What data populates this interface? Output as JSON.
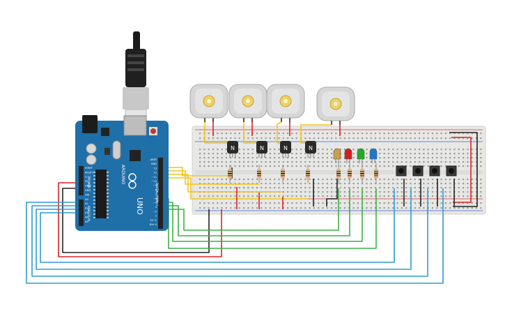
{
  "arduino": {
    "brand": "ARDUINO",
    "model": "UNO",
    "digital_label": "DIGITAL (PWM~)",
    "analog_label": "ANALOG IN",
    "power_label": "POWER",
    "pin_labels_left": [
      "IOREF",
      "RESET",
      "3.3V",
      "5V",
      "GND",
      "GND",
      "VIN",
      "A0",
      "A1",
      "A2",
      "A3",
      "A4",
      "A5"
    ],
    "pin_labels_right": [
      "AREF",
      "GND",
      "13",
      "12",
      "~11",
      "~10",
      "~9",
      "8",
      "7",
      "~6",
      "~5",
      "4",
      "~3",
      "2",
      "TX→1",
      "RX←0"
    ]
  },
  "transistor_mark": "N",
  "led_colors": [
    "#c8a050",
    "#cc2222",
    "#22aa22",
    "#2277cc"
  ],
  "wire_colors": {
    "yellow": "#f2c418",
    "red": "#e02020",
    "black": "#222222",
    "green": "#3cb043",
    "blue": "#2f9ad6"
  },
  "board_color": "#1f6fa8",
  "motor_count": 4,
  "button_count": 4
}
